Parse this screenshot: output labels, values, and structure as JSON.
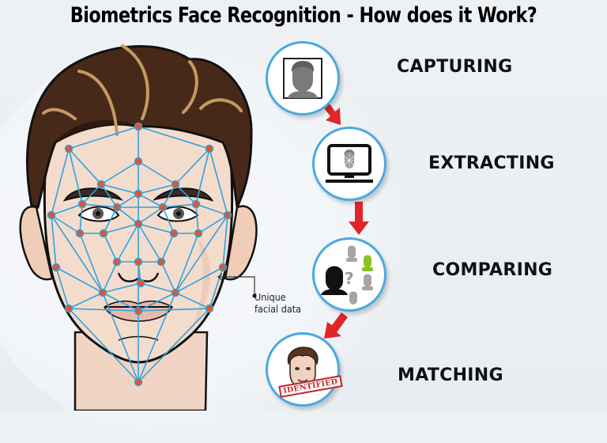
{
  "header": {
    "title": "Biometrics Face Recognition - How does it Work?"
  },
  "face_illustration": {
    "annotation": {
      "line1": "Unique",
      "line2": "facial data"
    },
    "mesh_line_color": "#2fa3dc",
    "mesh_node_color": "#e5532b"
  },
  "steps": [
    {
      "label": "CAPTURING",
      "icon": "portrait-photo-icon"
    },
    {
      "label": "EXTRACTING",
      "icon": "monitor-face-scan-icon"
    },
    {
      "label": "COMPARING",
      "icon": "compare-faces-icon"
    },
    {
      "label": "MATCHING",
      "icon": "identified-face-icon",
      "stamp": "IDENTIFIED"
    }
  ],
  "colors": {
    "circle_border": "#4aa9e2",
    "arrow": "#e0262a",
    "match_highlight": "#8cc21f",
    "background": "#eef1f4"
  }
}
